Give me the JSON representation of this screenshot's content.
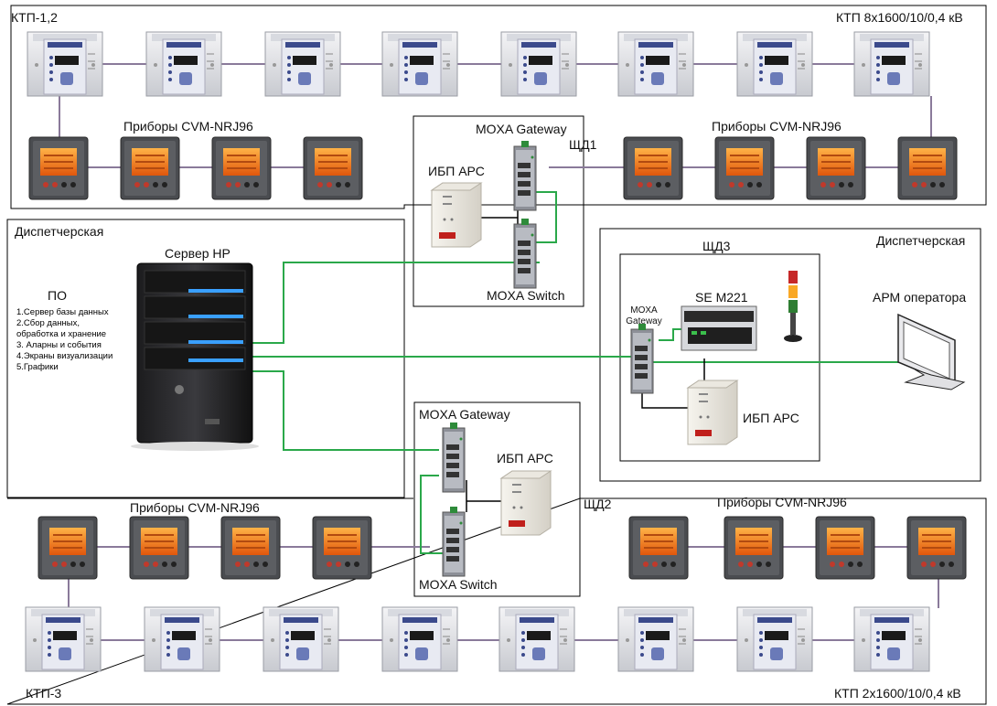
{
  "diagram": {
    "ktp12": {
      "label": "КТП-1,2",
      "spec": "КТП 8х1600/10/0,4 кВ",
      "meters_label_left": "Приборы CVM-NRJ96",
      "meters_label_right": "Приборы CVM-NRJ96"
    },
    "ktp3": {
      "label": "КТП-3",
      "spec": "КТП 2х1600/10/0,4 кВ",
      "meters_label_left": "Приборы CVM-NRJ96",
      "meters_label_right": "Приборы CVM-NRJ96"
    },
    "shd1": {
      "label": "ЩД1",
      "gateway": "MOXA Gateway",
      "ups": "ИБП АРС",
      "switch": "MOXA Switch"
    },
    "shd2": {
      "label": "ЩД2",
      "gateway": "MOXA Gateway",
      "ups": "ИБП АРС",
      "switch": "MOXA Switch"
    },
    "shd3": {
      "label": "ЩД3",
      "plc": "SE M221",
      "gateway": "MOXA Gateway",
      "ups": "ИБП АРС"
    },
    "dispatch_left": {
      "label": "Диспетчерская",
      "server": "Сервер HP",
      "po_title": "ПО",
      "po_items": [
        "1.Сервер базы данных",
        "2.Сбор данных,",
        "обработка и хранение",
        "3. Аларны и события",
        "4.Экраны визуализации",
        "5.Графики"
      ]
    },
    "dispatch_right": {
      "label": "Диспетчерская",
      "workstation": "АРМ оператора"
    },
    "colors": {
      "ethernet": "#2aa84a",
      "rs485": "#8a7a9a",
      "power": "#000000",
      "frame": "#000000"
    }
  }
}
